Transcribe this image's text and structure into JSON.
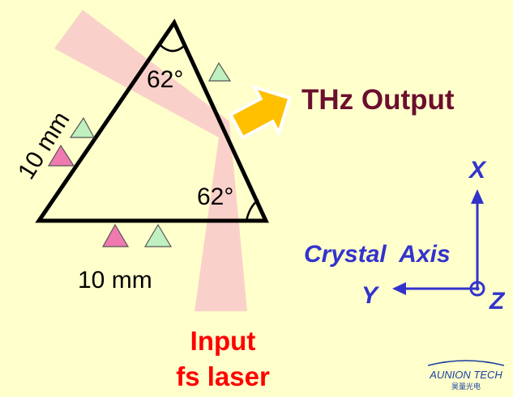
{
  "colors": {
    "background": "#ffffcc",
    "beam": "#f9c9c9",
    "prism": "#000000",
    "thz_text": "#6b0f2e",
    "arrow_fill": "#ffc000",
    "laser_text": "#ff0000",
    "axis": "#3333cc",
    "triangle_green": "#bff0bf",
    "triangle_pink": "#f07ab0",
    "logo": "#1a3f9e"
  },
  "prism": {
    "apex_angle": "62°",
    "base_angle": "62°",
    "side_length": "10 mm",
    "base_length": "10 mm"
  },
  "output": {
    "label": "THz Output"
  },
  "input": {
    "line1": "Input",
    "line2": "fs laser"
  },
  "axes": {
    "title": "Crystal  Axis",
    "x": "X",
    "y": "Y",
    "z": "Z"
  },
  "logo": {
    "name": "AUNION TECH",
    "subtitle": "昊量光电"
  }
}
